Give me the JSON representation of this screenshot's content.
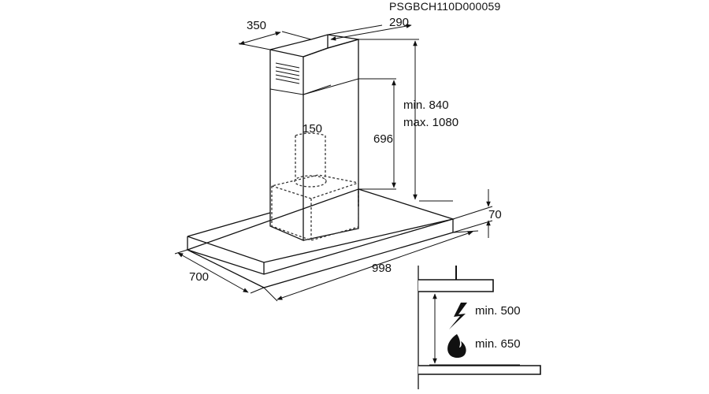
{
  "reference_code": "PSGBCH110D000059",
  "dimensions": {
    "chimney_depth": "350",
    "chimney_width": "290",
    "chimney_height_range_min": "min. 840",
    "chimney_height_range_max": "max. 1080",
    "chimney_fixed_height": "696",
    "outlet_diameter": "150",
    "canopy_thickness": "70",
    "canopy_depth": "700",
    "canopy_width": "998"
  },
  "clearances": {
    "electric_hob": "min. 500",
    "gas_hob": "min. 650"
  },
  "icons": {
    "electric": "lightning-icon",
    "gas": "flame-icon"
  },
  "colors": {
    "line": "#111111",
    "background": "#ffffff"
  }
}
